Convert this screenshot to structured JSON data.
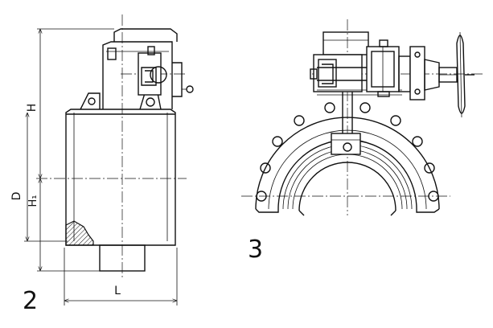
{
  "figures": [
    {
      "number": "2"
    },
    {
      "number": "3"
    }
  ],
  "dimensions": {
    "height": "H",
    "diameter": "D",
    "height_1": "H₁",
    "length": "L"
  },
  "colors": {
    "line": "#111111",
    "background": "#ffffff"
  }
}
